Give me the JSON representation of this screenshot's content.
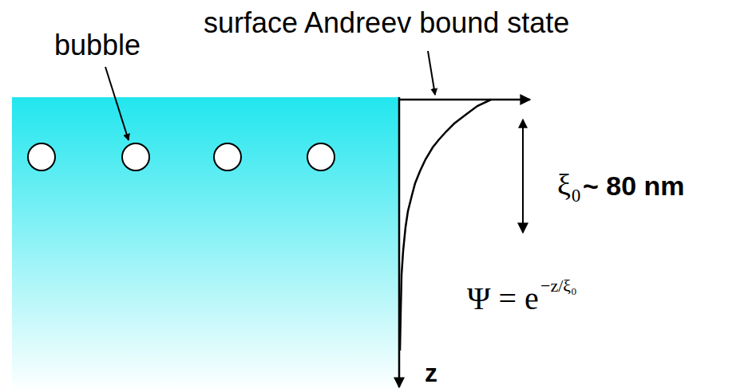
{
  "diagram": {
    "labels": [
      "surface Andreev bound state",
      "bubble",
      "ξ₀",
      "~ 80 nm",
      "Ψ = e",
      "−z/ξ₀",
      "z"
    ]
  }
}
